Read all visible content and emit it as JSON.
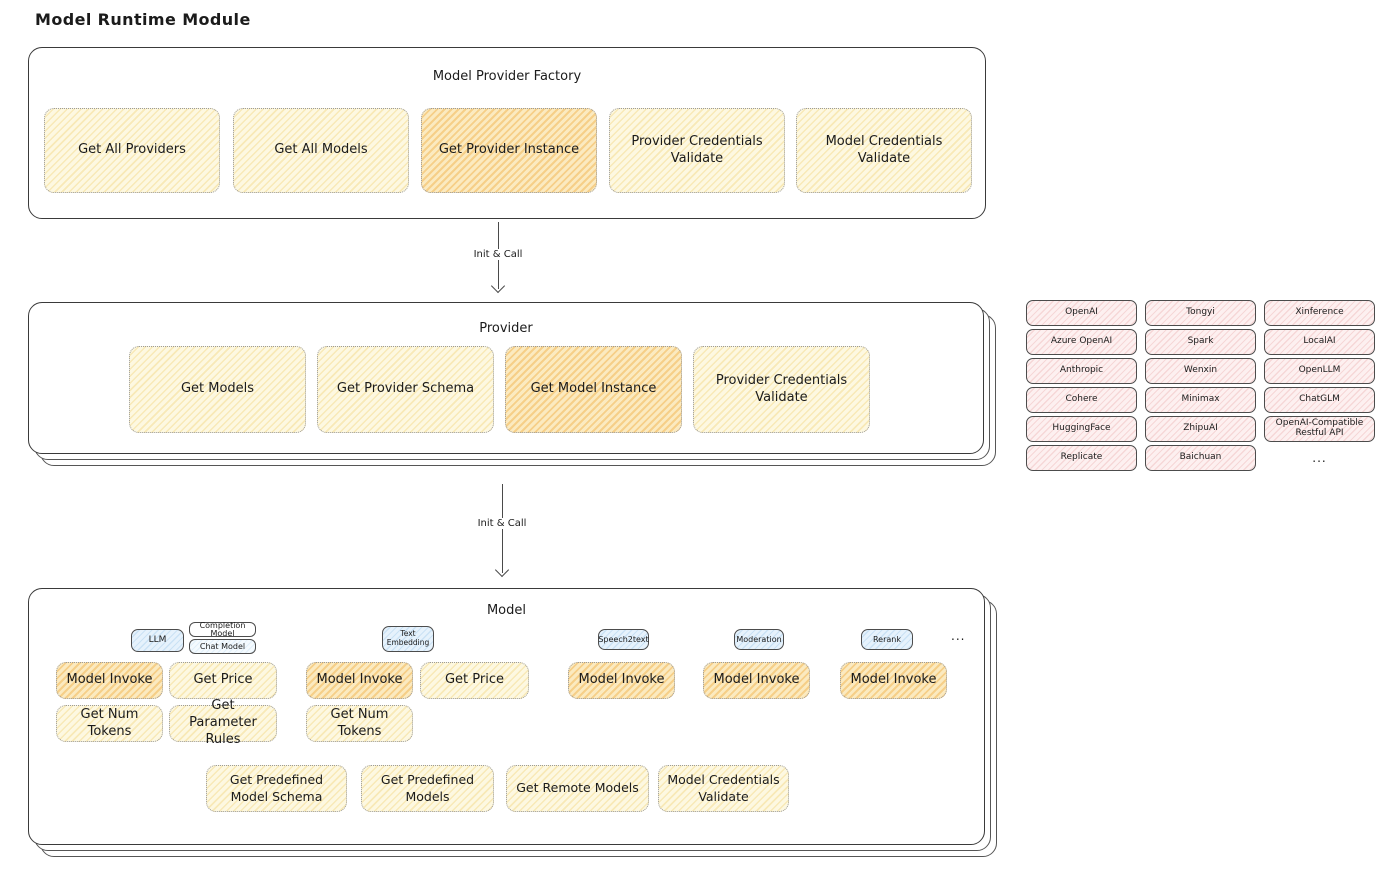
{
  "page": {
    "title": "Model Runtime Module"
  },
  "colors": {
    "node_yellow": "#fdf8e1",
    "node_yellow_hatch": "#f2d782",
    "node_orange_highlight": "#fbeac0",
    "node_orange_hatch": "#f3bc63",
    "provider_chip_pink": "#fdf0f0",
    "provider_chip_hatch": "#eaa8a8",
    "tab_blue": "#e6f2fc",
    "tab_blue_hatch": "#a9cfec",
    "border_dark": "#3a3a3a"
  },
  "factory": {
    "title": "Model Provider Factory",
    "buttons": [
      {
        "label": "Get All Providers"
      },
      {
        "label": "Get All Models"
      },
      {
        "label": "Get Provider Instance"
      },
      {
        "label": "Provider Credentials Validate"
      },
      {
        "label": "Model Credentials Validate"
      }
    ]
  },
  "arrow1": {
    "label": "Init & Call"
  },
  "arrow2": {
    "label": "Init & Call"
  },
  "provider": {
    "title": "Provider",
    "buttons": [
      {
        "label": "Get Models"
      },
      {
        "label": "Get Provider Schema"
      },
      {
        "label": "Get Model Instance"
      },
      {
        "label": "Provider Credentials Validate"
      }
    ]
  },
  "providers": {
    "items": [
      "OpenAI",
      "Tongyi",
      "Xinference",
      "Azure OpenAI",
      "Spark",
      "LocalAI",
      "Anthropic",
      "Wenxin",
      "OpenLLM",
      "Cohere",
      "Minimax",
      "ChatGLM",
      "HuggingFace",
      "ZhipuAI",
      "OpenAI-Compatible Restful API",
      "Replicate",
      "Baichuan"
    ],
    "more": "..."
  },
  "model": {
    "title": "Model",
    "tabs": {
      "llm": "LLM",
      "completion": "Completion Model",
      "chat": "Chat Model",
      "text_embedding": "Text Embedding",
      "speech2text": "Speech2text",
      "moderation": "Moderation",
      "rerank": "Rerank",
      "more": "..."
    },
    "functions": {
      "llm": [
        "Model Invoke",
        "Get Price",
        "Get Num Tokens",
        "Get Parameter Rules"
      ],
      "text_embedding": [
        "Model Invoke",
        "Get Price",
        "Get Num Tokens"
      ],
      "speech2text": [
        "Model Invoke"
      ],
      "moderation": [
        "Model Invoke"
      ],
      "rerank": [
        "Model Invoke"
      ]
    },
    "common": [
      "Get Predefined Model Schema",
      "Get Predefined Models",
      "Get Remote Models",
      "Model Credentials Validate"
    ]
  }
}
